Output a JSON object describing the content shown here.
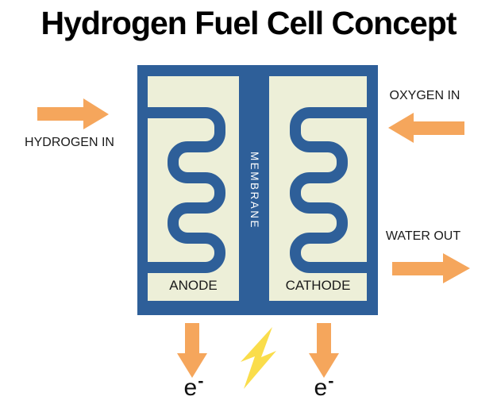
{
  "title": "Hydrogen Fuel Cell Concept",
  "colors": {
    "blue": "#2E5F99",
    "chamber": "#EDEFD8",
    "orange": "#F5A65C",
    "yellow": "#FADD4B",
    "white": "#FFFFFF"
  },
  "cell": {
    "anode_label": "ANODE",
    "cathode_label": "CATHODE",
    "membrane_label": "MEMBRANE"
  },
  "flows": {
    "hydrogen_in": {
      "label": "HYDROGEN IN",
      "direction": "right"
    },
    "oxygen_in": {
      "label": "OXYGEN IN",
      "direction": "left"
    },
    "water_out": {
      "label": "WATER OUT",
      "direction": "right"
    }
  },
  "bottom": {
    "electron_left": {
      "base": "e",
      "superscript": "-"
    },
    "electron_right": {
      "base": "e",
      "superscript": "-"
    },
    "lightning_icon": "lightning-bolt"
  }
}
